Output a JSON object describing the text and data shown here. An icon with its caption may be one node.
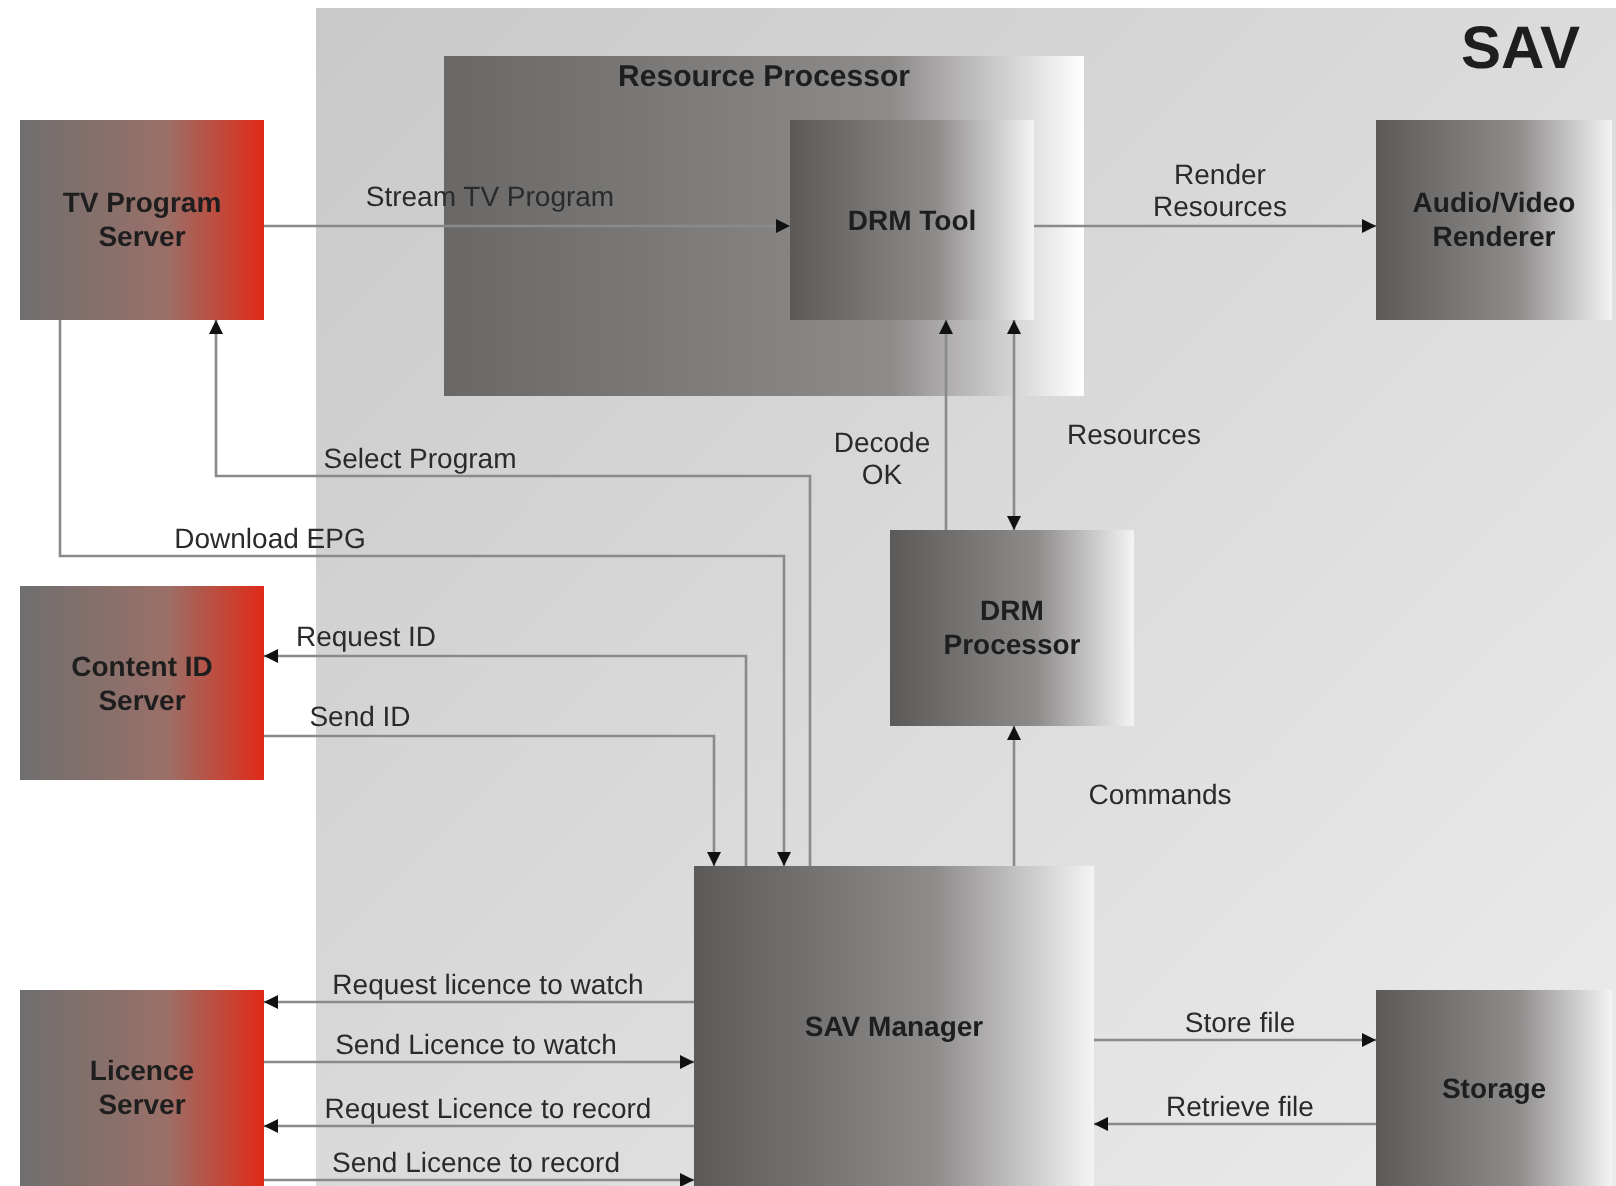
{
  "diagram": {
    "nodes": [
      {
        "text": [
          "SAV"
        ]
      },
      {
        "text": [
          "Resource Processor"
        ],
        "in": 0
      },
      {
        "text": [
          "TV Program Server"
        ]
      },
      {
        "text": [
          "DRM Tool"
        ],
        "in": 1
      },
      {
        "text": [
          "Audio/Video Renderer"
        ],
        "in": 0
      },
      {
        "text": [
          "Content ID Server"
        ]
      },
      {
        "text": [
          "DRM Processor"
        ],
        "in": 0
      },
      {
        "text": [
          "SAV Manager"
        ],
        "in": 0
      },
      {
        "text": [
          "Licence Server"
        ]
      },
      {
        "text": [
          "Storage"
        ],
        "in": 0
      }
    ],
    "edges": [
      {
        "from": 2,
        "to": 3,
        "arrow": "to",
        "label": "Stream TV Program"
      },
      {
        "from": 3,
        "to": 4,
        "arrow": "to",
        "label": "Render Resources"
      },
      {
        "from": 7,
        "to": 2,
        "arrow": "to",
        "label": "Select Program"
      },
      {
        "from": 2,
        "to": 7,
        "arrow": "to",
        "label": "Download EPG"
      },
      {
        "from": 6,
        "to": 3,
        "arrow": "to",
        "label": "Decode OK"
      },
      {
        "from": 3,
        "to": 6,
        "arrow": "both",
        "label": "Resources"
      },
      {
        "from": 7,
        "to": 5,
        "arrow": "to",
        "label": "Request ID"
      },
      {
        "from": 5,
        "to": 7,
        "arrow": "to",
        "label": "Send ID"
      },
      {
        "from": 7,
        "to": 6,
        "arrow": "to",
        "label": "Commands"
      },
      {
        "from": 7,
        "to": 8,
        "arrow": "to",
        "label": "Request licence to watch"
      },
      {
        "from": 8,
        "to": 7,
        "arrow": "to",
        "label": "Send Licence to watch"
      },
      {
        "from": 7,
        "to": 8,
        "arrow": "to",
        "label": "Request Licence to record"
      },
      {
        "from": 8,
        "to": 7,
        "arrow": "to",
        "label": "Send Licence to record"
      },
      {
        "from": 7,
        "to": 9,
        "arrow": "to",
        "label": "Store file"
      },
      {
        "from": 9,
        "to": 7,
        "arrow": "to",
        "label": "Retrieve file"
      }
    ]
  }
}
